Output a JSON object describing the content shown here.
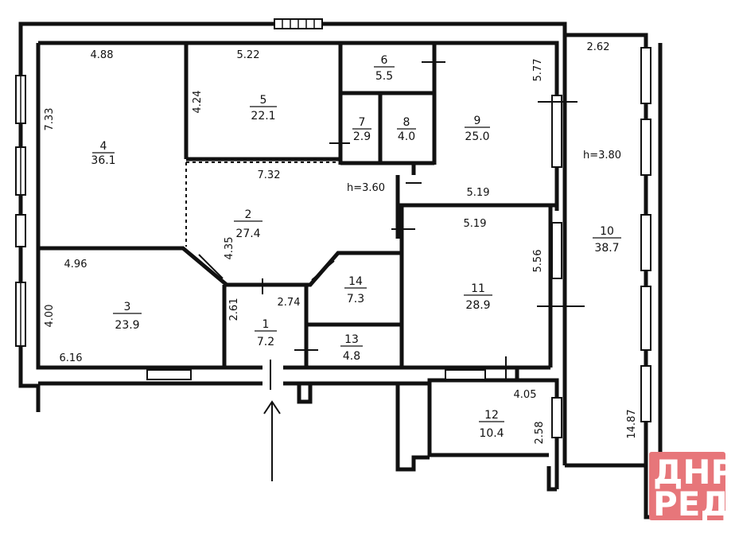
{
  "rooms": [
    {
      "id": "r1",
      "number": "1",
      "area": "7.2"
    },
    {
      "id": "r2",
      "number": "2",
      "area": "27.4"
    },
    {
      "id": "r3",
      "number": "3",
      "area": "23.9"
    },
    {
      "id": "r4",
      "number": "4",
      "area": "36.1"
    },
    {
      "id": "r5",
      "number": "5",
      "area": "22.1"
    },
    {
      "id": "r6",
      "number": "6",
      "area": "5.5"
    },
    {
      "id": "r7",
      "number": "7",
      "area": "2.9"
    },
    {
      "id": "r8",
      "number": "8",
      "area": "4.0"
    },
    {
      "id": "r9",
      "number": "9",
      "area": "25.0"
    },
    {
      "id": "r10",
      "number": "10",
      "area": "38.7"
    },
    {
      "id": "r11",
      "number": "11",
      "area": "28.9"
    },
    {
      "id": "r12",
      "number": "12",
      "area": "10.4"
    },
    {
      "id": "r13",
      "number": "13",
      "area": "4.8"
    },
    {
      "id": "r14",
      "number": "14",
      "area": "7.3"
    }
  ],
  "dimensions": {
    "d_488": "4.88",
    "d_522": "5.22",
    "d_262": "2.62",
    "d_733": "7.33",
    "d_424": "4.24",
    "d_577": "5.77",
    "d_732": "7.32",
    "d_519a": "5.19",
    "d_519b": "5.19",
    "d_496": "4.96",
    "d_435": "4.35",
    "d_556": "5.56",
    "d_400": "4.00",
    "d_261": "2.61",
    "d_274": "2.74",
    "d_616": "6.16",
    "d_405": "4.05",
    "d_258": "2.58",
    "d_1487": "14.87"
  },
  "heights": {
    "h_main": "h=3.60",
    "h_side": "h=3.80"
  },
  "logo": {
    "line1": "ДНР",
    "line2": "РЕД",
    "color": "#e7767a"
  }
}
